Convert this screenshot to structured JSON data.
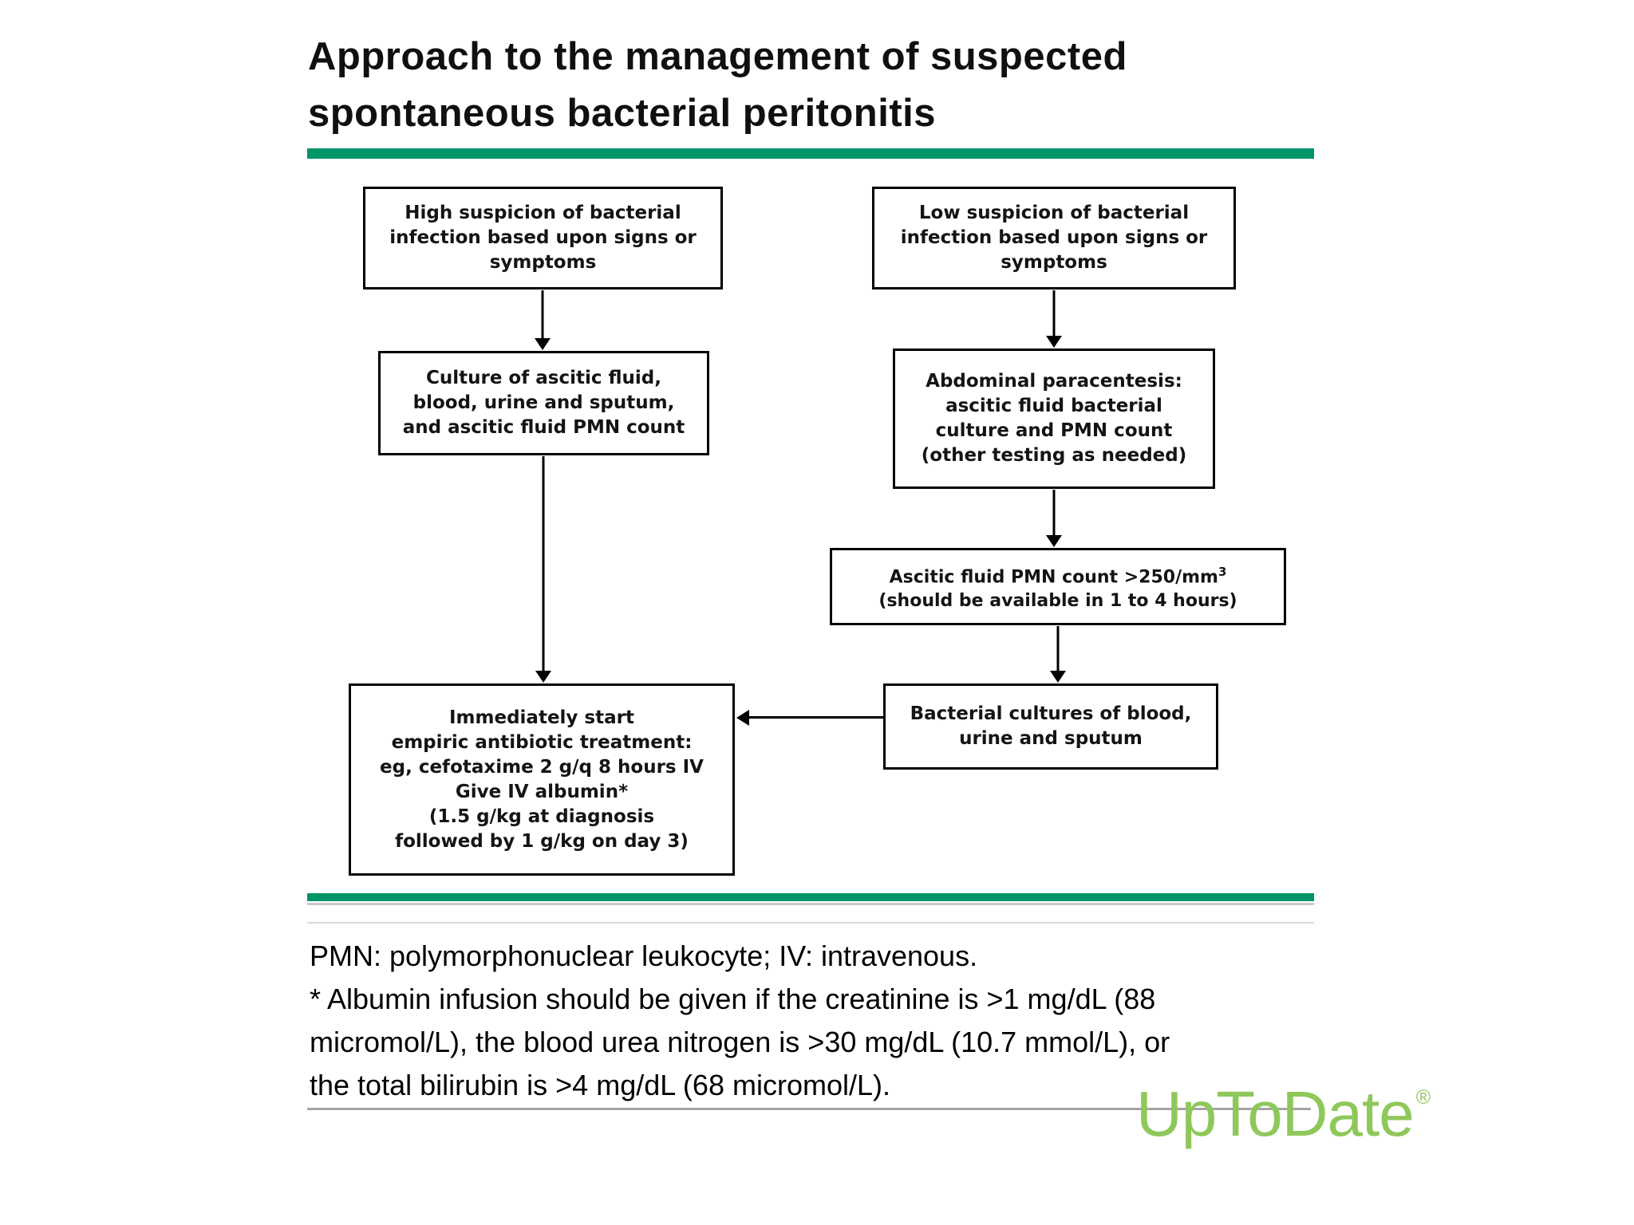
{
  "title": {
    "lines": [
      "Approach to the management of suspected",
      "spontaneous bacterial peritonitis"
    ]
  },
  "colors": {
    "accent_green": "#009568",
    "logo_green": "#8FC85A"
  },
  "flowchart": {
    "box_high_suspicion": {
      "lines": [
        "High suspicion of bacterial",
        "infection based upon signs or",
        "symptoms"
      ]
    },
    "box_low_suspicion": {
      "lines": [
        "Low suspicion of bacterial",
        "infection based upon signs or",
        "symptoms"
      ]
    },
    "box_culture": {
      "lines": [
        "Culture of ascitic fluid,",
        "blood, urine and sputum,",
        "and ascitic fluid PMN count"
      ]
    },
    "box_paracentesis": {
      "lines": [
        "Abdominal paracentesis:",
        "ascitic fluid bacterial",
        "culture and PMN count",
        "(other testing as needed)"
      ]
    },
    "box_pmn_count": {
      "text_main": "Ascitic fluid PMN count >250/mm",
      "superscript": "3",
      "text_secondary": "(should be available in 1 to 4 hours)"
    },
    "box_treatment": {
      "lines": [
        "Immediately start",
        "empiric antibiotic treatment:",
        "eg, cefotaxime 2 g/q 8 hours IV",
        "Give IV albumin*",
        "(1.5 g/kg at diagnosis",
        "followed by 1 g/kg on day 3)"
      ]
    },
    "box_cultures": {
      "lines": [
        "Bacterial cultures of blood,",
        "urine and sputum"
      ]
    }
  },
  "footnotes": {
    "lines": [
      "PMN: polymorphonuclear leukocyte; IV: intravenous.",
      "* Albumin infusion should be given if the creatinine is >1 mg/dL (88",
      "micromol/L), the blood urea nitrogen is >30 mg/dL (10.7 mmol/L), or",
      "the total bilirubin is >4 mg/dL (68 micromol/L)."
    ]
  },
  "logo": {
    "text": "UpToDate",
    "registered_mark": "®"
  }
}
